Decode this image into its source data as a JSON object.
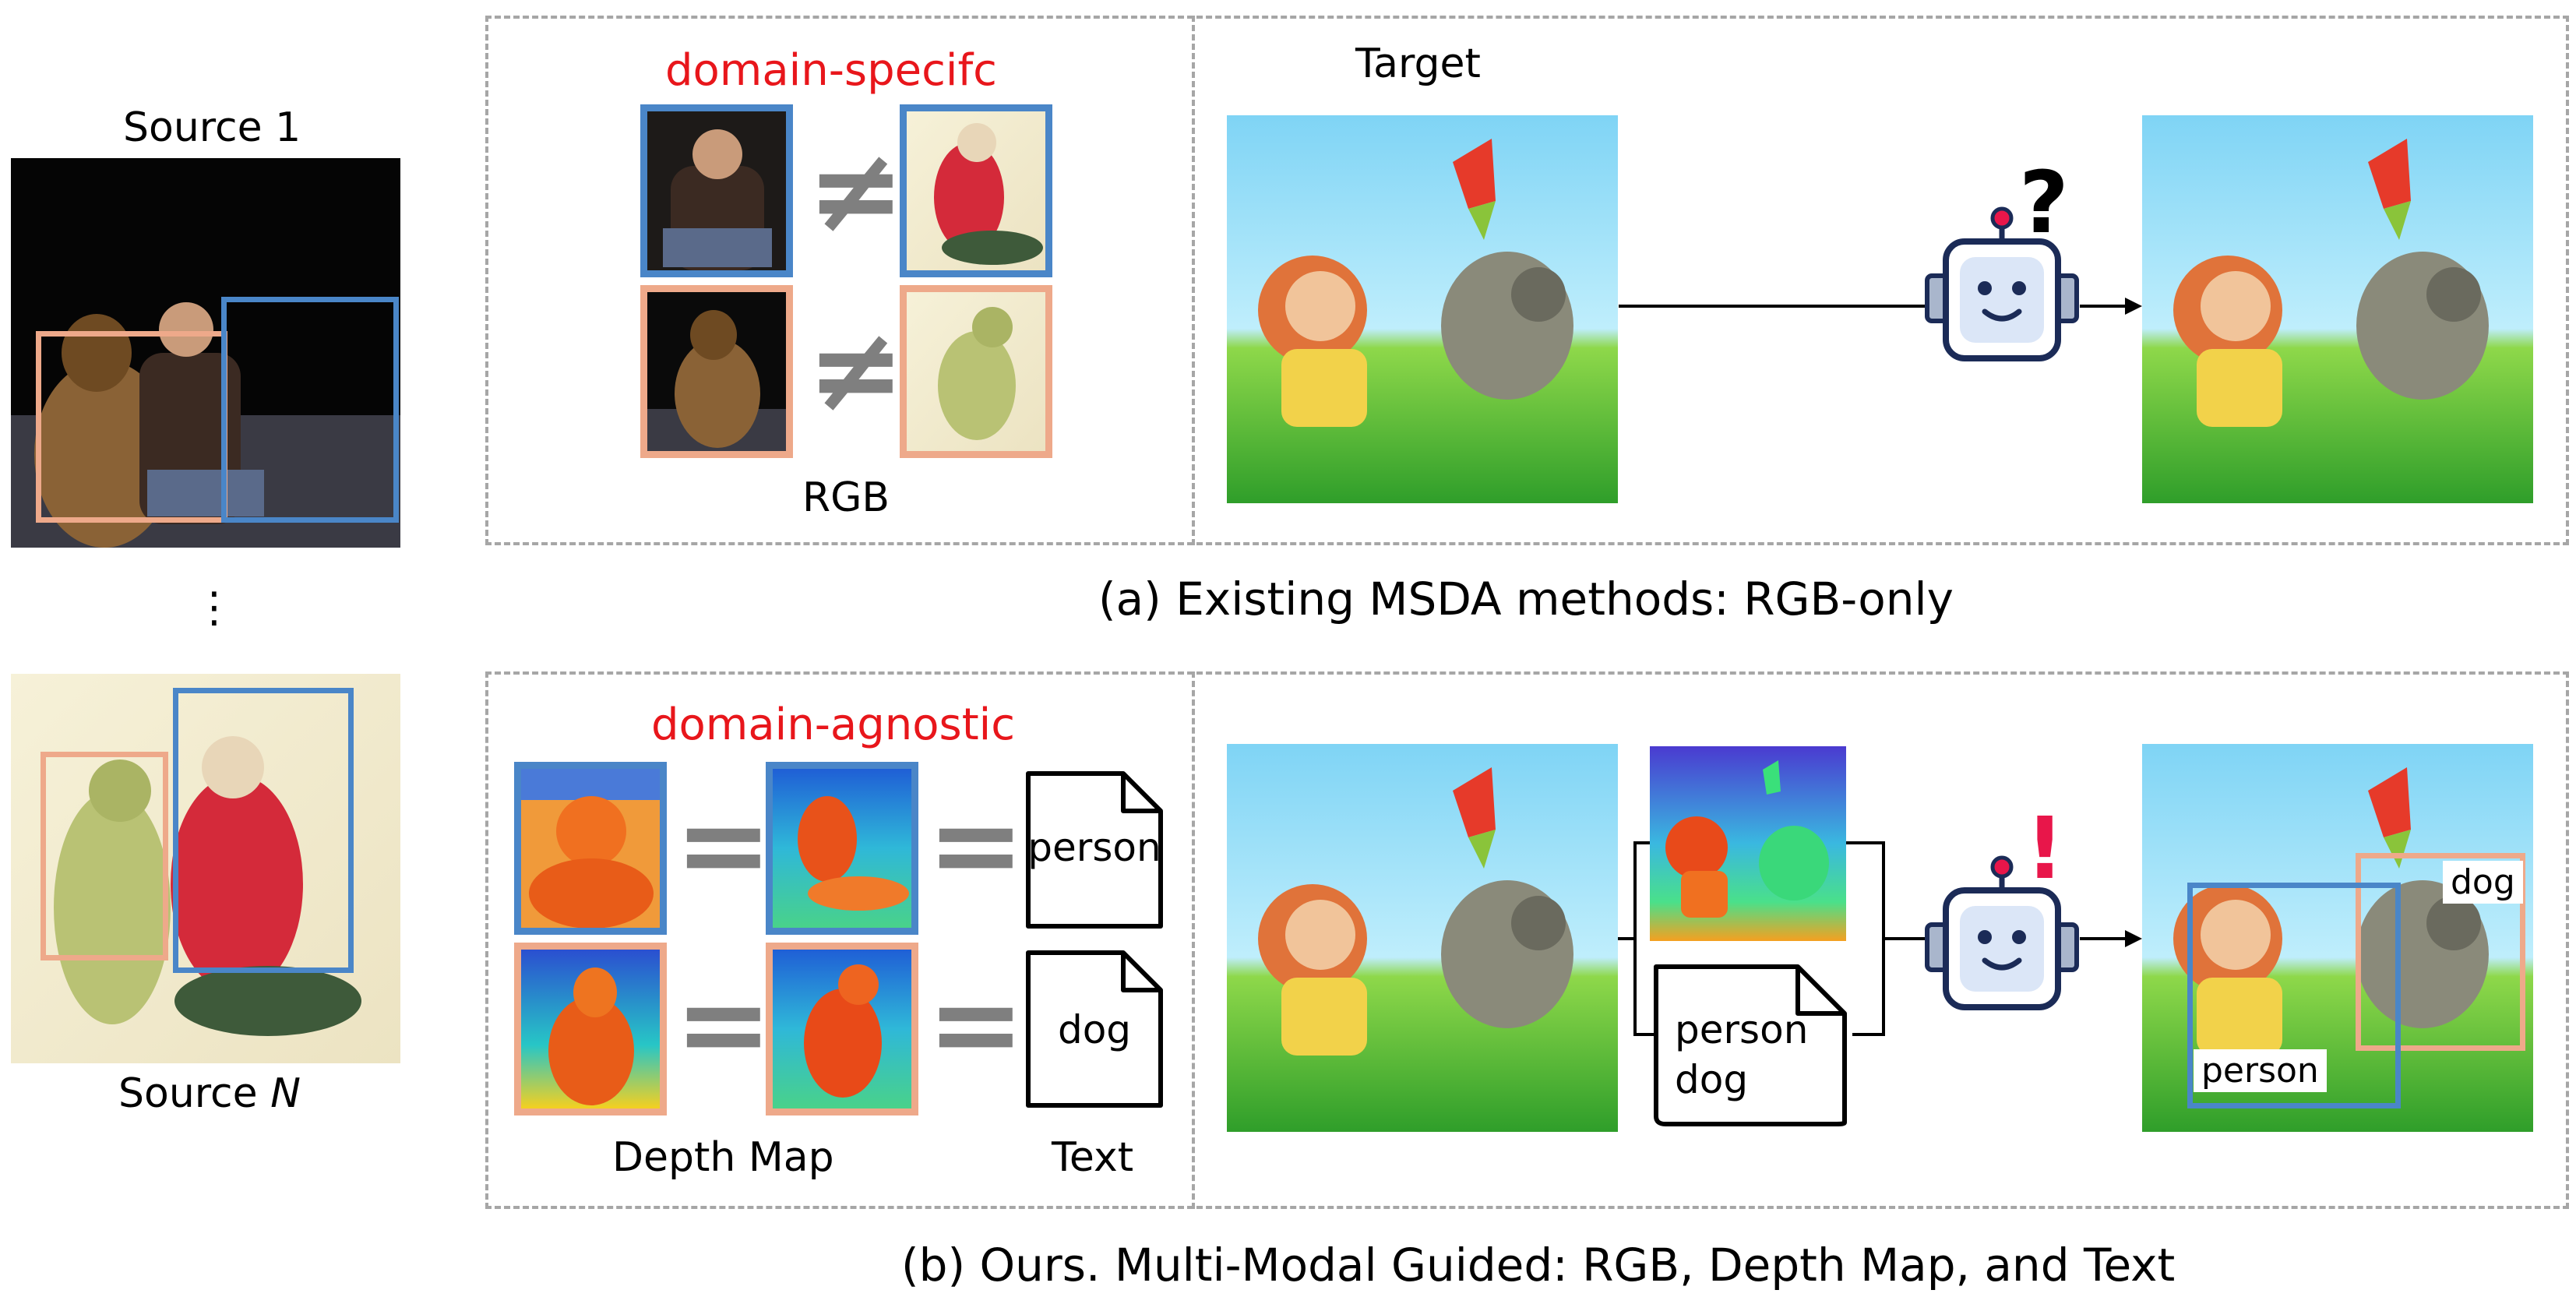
{
  "sources": {
    "source1_label": "Source 1",
    "sourceN_prefix": "Source ",
    "sourceN_italic": "N",
    "ellipsis": "⋮"
  },
  "panel_a": {
    "heading": "domain-specifc",
    "rgb_label": "RGB",
    "target_label": "Target",
    "neq_symbol": "≠",
    "robot_mark": "?",
    "caption": "(a) Existing MSDA methods: RGB-only"
  },
  "panel_b": {
    "heading": "domain-agnostic",
    "depth_label": "Depth Map",
    "text_label": "Text",
    "eq_symbol": "=",
    "doc_person": "person",
    "doc_dog": "dog",
    "doc_combined_line1": "person",
    "doc_combined_line2": "dog",
    "robot_mark": "!",
    "tag_dog": "dog",
    "tag_person": "person",
    "caption": "(b) Ours. Multi-Modal Guided: RGB, Depth Map, and Text"
  },
  "colors": {
    "person_box": "#4a86c8",
    "dog_box": "#eea98a",
    "accent_red": "#e8161b",
    "dash_gray": "#a6a6a6"
  }
}
